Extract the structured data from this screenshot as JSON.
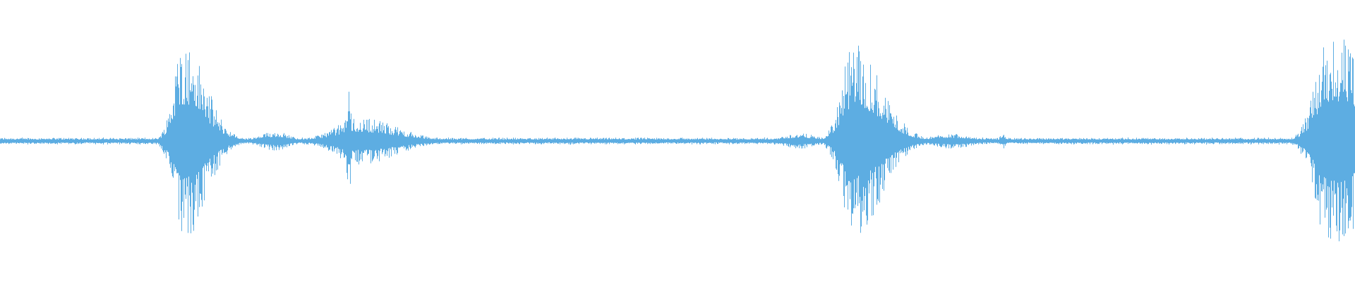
{
  "waveform": {
    "color": "#5dade2",
    "background": "#ffffff",
    "duration_seconds": 1,
    "noise_floor": 0.02,
    "bursts": [
      {
        "center": 0.135,
        "width": 0.016,
        "peak": 0.88,
        "rise": 0.22
      },
      {
        "center": 0.203,
        "width": 0.01,
        "peak": 0.08,
        "rise": 0.5
      },
      {
        "center": 0.266,
        "width": 0.026,
        "peak": 0.2,
        "rise": 0.35
      },
      {
        "center": 0.257,
        "width": 0.002,
        "peak": 0.46,
        "rise": 0.5
      },
      {
        "center": 0.59,
        "width": 0.012,
        "peak": 0.06,
        "rise": 0.5
      },
      {
        "center": 0.63,
        "width": 0.02,
        "peak": 0.84,
        "rise": 0.22
      },
      {
        "center": 0.702,
        "width": 0.014,
        "peak": 0.06,
        "rise": 0.5
      },
      {
        "center": 0.74,
        "width": 0.002,
        "peak": 0.06,
        "rise": 0.5
      },
      {
        "center": 0.982,
        "width": 0.024,
        "peak": 0.96,
        "rise": 0.22
      }
    ]
  }
}
